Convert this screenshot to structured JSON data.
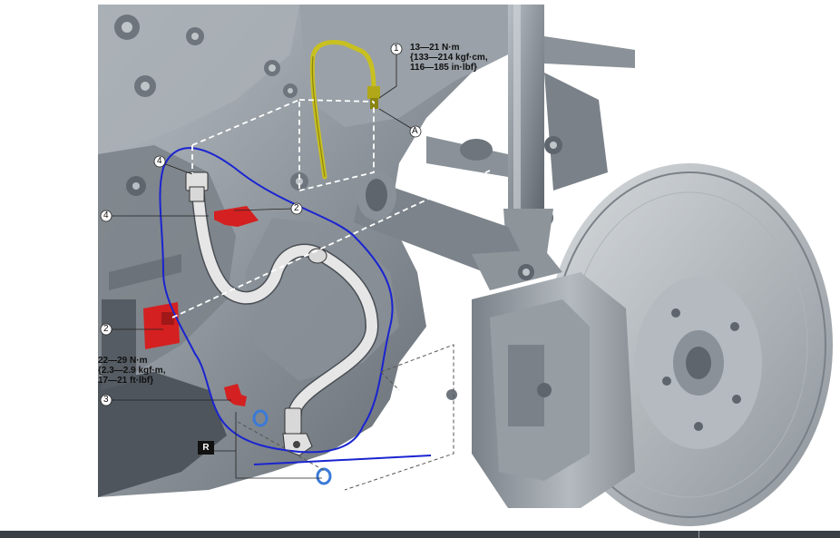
{
  "diagram": {
    "callouts": [
      {
        "number": "1",
        "torque": [
          "13—21 N·m",
          "{133—214 kgf·cm,",
          "116—185 in·lbf}"
        ]
      },
      {
        "number": "2",
        "torque": [
          "22—29 N·m",
          "{2.3—2.9 kgf·m,",
          "17—21 ft·lbf}"
        ]
      },
      {
        "number": "3"
      },
      {
        "number": "4"
      }
    ],
    "view_label": "A",
    "replace_badge": "R",
    "colors": {
      "part_red": "#d42020",
      "hose_fill": "#e6e6e6",
      "pipe_yellow": "#c8c020",
      "trace_blue": "#1a24d0",
      "oring_blue": "#3a7ad8",
      "metal": "#9aa1a8",
      "metal_dark": "#5e656c"
    }
  }
}
